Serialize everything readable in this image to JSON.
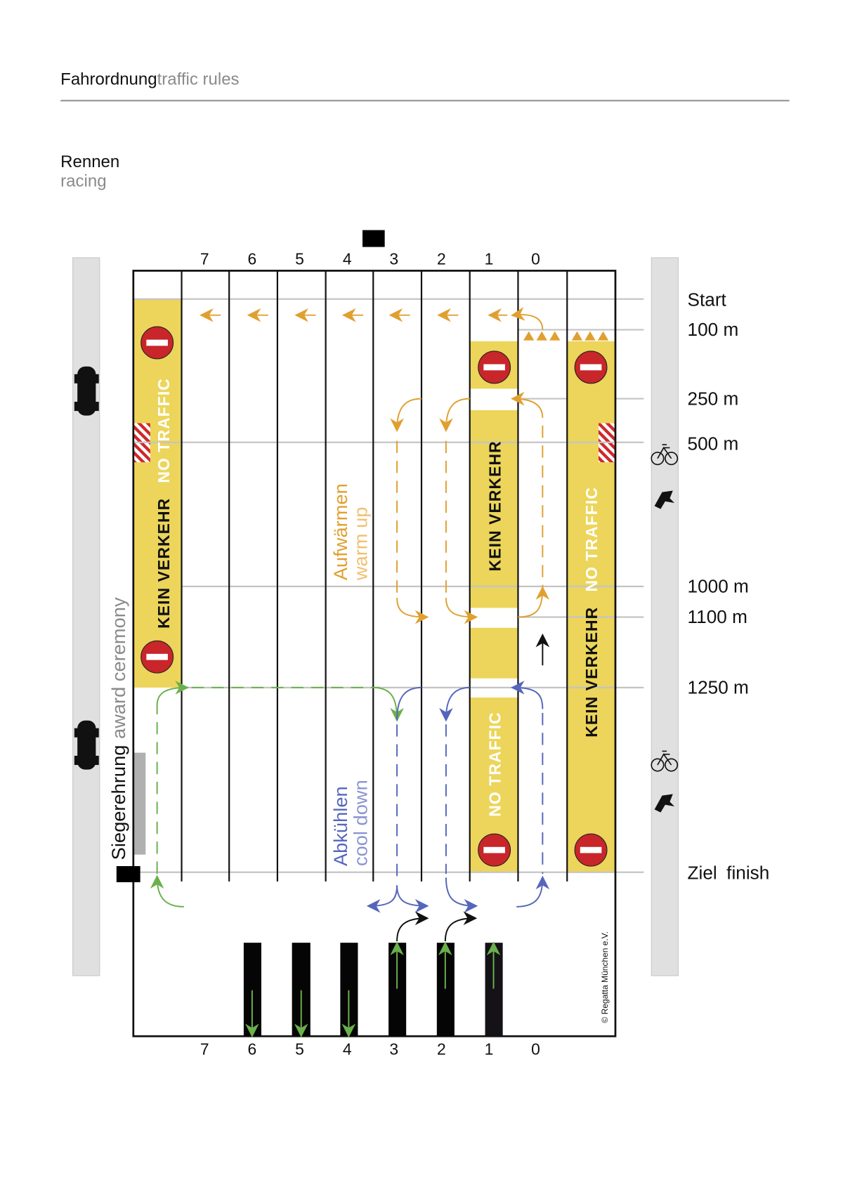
{
  "header": {
    "title_de": "Fahrordnung",
    "title_en": "traffic rules"
  },
  "section": {
    "title_de": "Rennen",
    "title_en": "racing"
  },
  "lanes_top": [
    "7",
    "6",
    "5",
    "4",
    "3",
    "2",
    "1",
    "0"
  ],
  "lanes_bottom": [
    "7",
    "6",
    "5",
    "4",
    "3",
    "2",
    "1",
    "0"
  ],
  "distances": {
    "start": "Start",
    "m100": "100 m",
    "m250": "250 m",
    "m500": "500 m",
    "m1000": "1000 m",
    "m1100": "1100 m",
    "m1250": "1250 m",
    "finish_de": "Ziel",
    "finish_en": "finish"
  },
  "zones": {
    "no_traffic_de": "KEIN VERKEHR",
    "no_traffic_en": "NO TRAFFIC",
    "warmup_de": "Aufwärmen",
    "warmup_en": "warm up",
    "cooldown_de": "Abkühlen",
    "cooldown_en": "cool down",
    "ceremony_de": "Siegerehrung",
    "ceremony_en": "award ceremony"
  },
  "copyright": "© Regatta München e.V.",
  "colors": {
    "yellow": "#ecd55a",
    "warmup": "#e0a030",
    "cooldown": "#5566bb",
    "ceremony": "#6ab04c",
    "no_entry": "#c8262a"
  }
}
